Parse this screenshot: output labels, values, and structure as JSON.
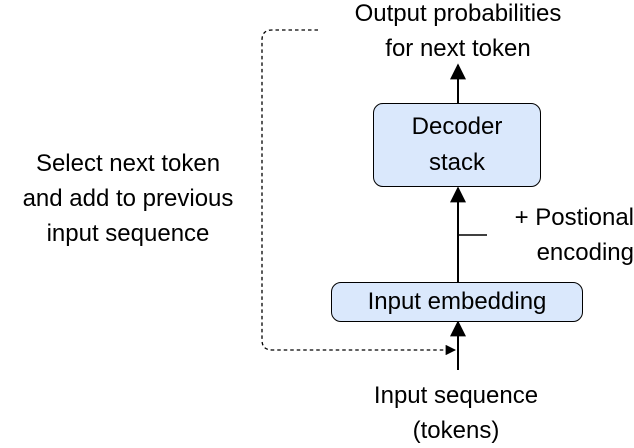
{
  "diagram": {
    "output_label": {
      "line1": "Output probabilities",
      "line2": "for next token"
    },
    "decoder_box": {
      "line1": "Decoder",
      "line2": "stack"
    },
    "positional_label": {
      "line1": "+ Postional",
      "line2": "encoding"
    },
    "embedding_box": {
      "label": "Input embedding"
    },
    "input_label": {
      "line1": "Input sequence",
      "line2": "(tokens)"
    },
    "feedback_label": {
      "line1": "Select next token",
      "line2": "and add to previous",
      "line3": "input sequence"
    },
    "colors": {
      "box_fill": "#dae8fc",
      "stroke": "#000000",
      "text": "#000000"
    }
  }
}
